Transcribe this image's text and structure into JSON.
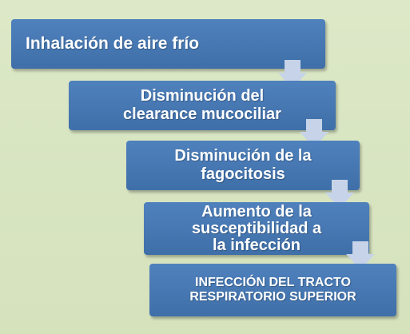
{
  "diagram": {
    "steps": [
      {
        "text": "Inhalación de aire frío"
      },
      {
        "text": "Disminución del\nclearance mucociliar"
      },
      {
        "text": "Disminución de la\nfagocitosis"
      },
      {
        "text": "Aumento de la\nsusceptibilidad a\nla infección"
      },
      {
        "text": "INFECCIÓN DEL TRACTO\nRESPIRATORIO SUPERIOR"
      }
    ],
    "colors": {
      "background": "#d7e4bd",
      "box": "#4f81bd",
      "arrow": "#c6d3e8",
      "text": "#ffffff"
    }
  }
}
